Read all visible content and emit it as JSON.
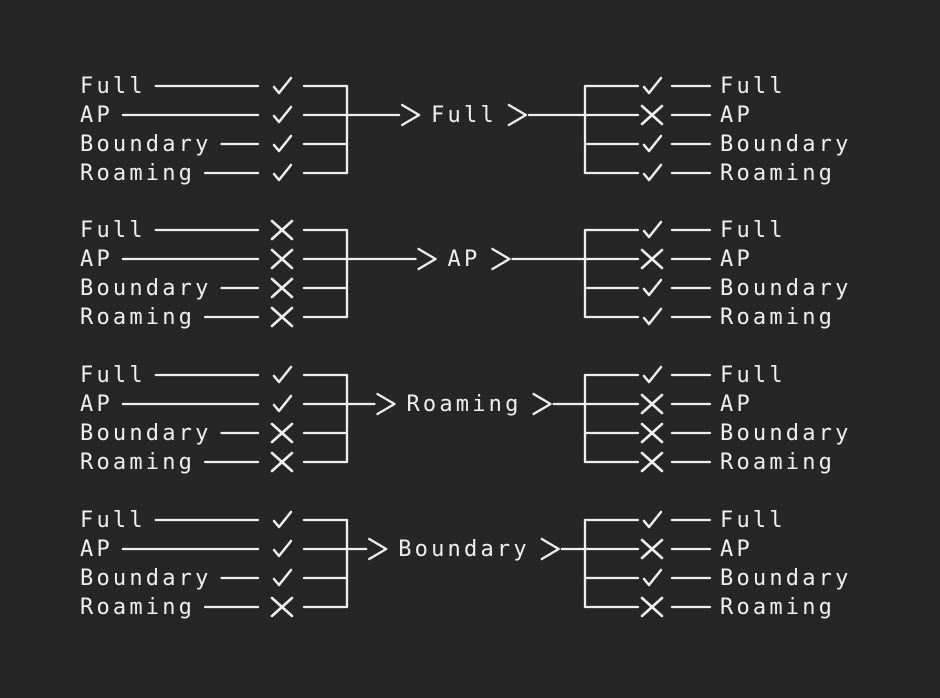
{
  "canvas": {
    "background": "#262626",
    "foreground": "#efefef"
  },
  "modes": [
    "Full",
    "AP",
    "Boundary",
    "Roaming"
  ],
  "glyphs": {
    "arrow": ">",
    "check": "✓",
    "cross": "✕"
  },
  "groups": [
    {
      "transition": "Full",
      "left_marks": [
        "check",
        "check",
        "check",
        "check"
      ],
      "right_marks": [
        "check",
        "cross",
        "check",
        "check"
      ]
    },
    {
      "transition": "AP",
      "left_marks": [
        "cross",
        "cross",
        "cross",
        "cross"
      ],
      "right_marks": [
        "check",
        "cross",
        "check",
        "check"
      ]
    },
    {
      "transition": "Roaming",
      "left_marks": [
        "check",
        "check",
        "cross",
        "cross"
      ],
      "right_marks": [
        "check",
        "cross",
        "cross",
        "cross"
      ]
    },
    {
      "transition": "Boundary",
      "left_marks": [
        "check",
        "check",
        "check",
        "cross"
      ],
      "right_marks": [
        "check",
        "cross",
        "check",
        "cross"
      ]
    }
  ]
}
